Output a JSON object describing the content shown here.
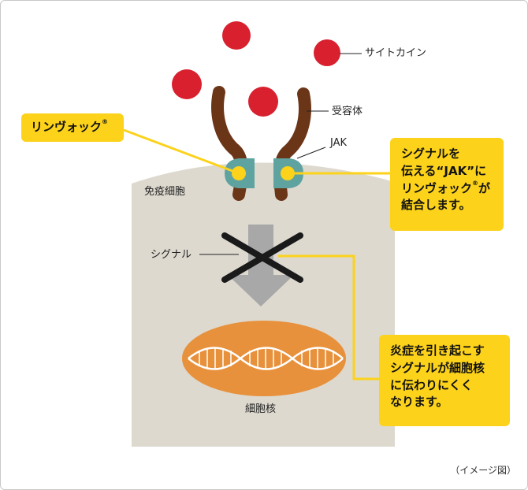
{
  "labels": {
    "cytokine": "サイトカイン",
    "receptor": "受容体",
    "jak": "JAK",
    "immune_cell": "免疫細胞",
    "signal": "シグナル",
    "nucleus": "細胞核"
  },
  "callouts": {
    "drug_name": "リンヴォック",
    "drug_mark": "®",
    "jak_binding": {
      "l1": "シグナルを",
      "l2": "伝える“JAK”に",
      "l3a": "リンヴォック",
      "l3mark": "®",
      "l3b": "が",
      "l4": "結合します。"
    },
    "signal_block": {
      "l1": "炎症を引き起こす",
      "l2": "シグナルが細胞核",
      "l3": "に伝わりにくく",
      "l4": "なります。"
    }
  },
  "caption": "（イメージ図）",
  "colors": {
    "cytokine": "#d8202f",
    "receptor": "#6b3518",
    "jak": "#5fa3a0",
    "drug": "#fcd21b",
    "cell": "#ddd9cf",
    "arrow": "#a8a8a8",
    "nucleus": "#e8913c",
    "dna": "#ffffff"
  }
}
